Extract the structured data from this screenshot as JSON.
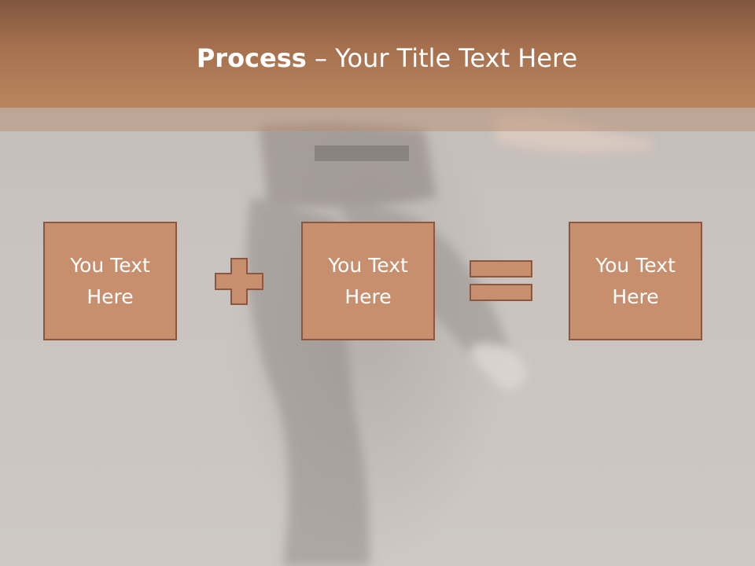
{
  "slide": {
    "title_bold": "Process",
    "title_rest": " – Your Title Text Here",
    "boxes": [
      {
        "text": "You Text Here"
      },
      {
        "text": "You Text Here"
      },
      {
        "text": "You Text Here"
      }
    ],
    "operators": {
      "first": "plus-icon",
      "second": "equals-icon"
    },
    "colors": {
      "header_top": "#80573f",
      "header_bottom": "#b98560",
      "box_fill": "#c78f6e",
      "box_border": "#8a5840",
      "background": "#cdc8c4"
    }
  }
}
